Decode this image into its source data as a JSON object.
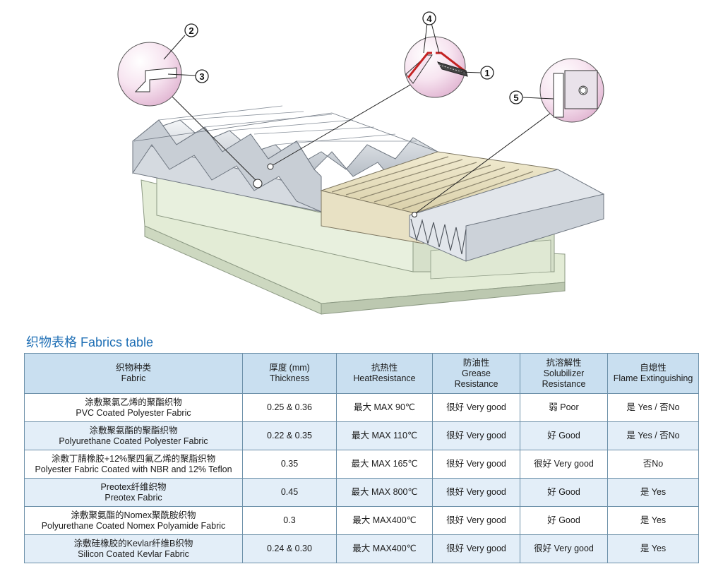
{
  "callouts": [
    "1",
    "2",
    "3",
    "4",
    "5"
  ],
  "section_title": "织物表格  Fabrics table",
  "table": {
    "headers": [
      {
        "zh": "织物种类",
        "en": "Fabric"
      },
      {
        "zh": "厚度 (mm)",
        "en": "Thickness"
      },
      {
        "zh": "抗热性",
        "en": "HeatResistance"
      },
      {
        "zh": "防油性",
        "en": "Grease",
        "en2": "Resistance"
      },
      {
        "zh": "抗溶解性",
        "en": "Solubilizer",
        "en2": "Resistance"
      },
      {
        "zh": "自熄性",
        "en": "Flame Extinguishing"
      }
    ],
    "rows": [
      {
        "fabric_zh": "涂敷聚氯乙烯的聚酯织物",
        "fabric_en": "PVC Coated Polyester Fabric",
        "thickness": "0.25 & 0.36",
        "heat": "最大  MAX 90℃",
        "grease": "很好  Very good",
        "solub": "弱  Poor",
        "flame": "是 Yes / 否No"
      },
      {
        "fabric_zh": "涂敷聚氨酯的聚酯织物",
        "fabric_en": "Polyurethane Coated Polyester Fabric",
        "thickness": "0.22 & 0.35",
        "heat": "最大  MAX 110℃",
        "grease": "很好  Very good",
        "solub": "好  Good",
        "flame": "是 Yes / 否No"
      },
      {
        "fabric_zh": "涂敷丁腈橡胶+12%聚四氟乙烯的聚脂织物",
        "fabric_en": "Polyester Fabric Coated with NBR and 12% Teflon",
        "thickness": "0.35",
        "heat": "最大  MAX 165℃",
        "grease": "很好  Very good",
        "solub": "很好  Very good",
        "flame": "否No"
      },
      {
        "fabric_zh": "Preotex纤维织物",
        "fabric_en": "Preotex Fabric",
        "thickness": "0.45",
        "heat": "最大  MAX 800℃",
        "grease": "很好  Very good",
        "solub": "好  Good",
        "flame": "是 Yes"
      },
      {
        "fabric_zh": "涂敷聚氨酯的Nomex聚酰胺织物",
        "fabric_en": "Polyurethane Coated Nomex Polyamide Fabric",
        "thickness": "0.3",
        "heat": "最大  MAX400℃",
        "grease": "很好  Very good",
        "solub": "好  Good",
        "flame": "是 Yes"
      },
      {
        "fabric_zh": "涂敷硅橡胶的Kevlar纤维B织物",
        "fabric_en": "Silicon Coated Kevlar Fabric",
        "thickness": "0.24 & 0.30",
        "heat": "最大  MAX400℃",
        "grease": "很好  Very good",
        "solub": "很好  Very good",
        "flame": "是 Yes"
      }
    ]
  }
}
